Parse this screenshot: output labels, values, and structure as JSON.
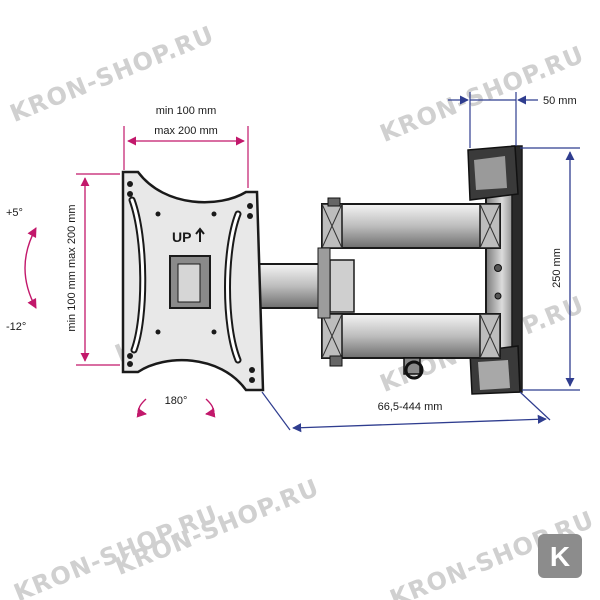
{
  "watermark": {
    "text": "KRON-SHOP.RU",
    "logo_letter": "K"
  },
  "colors": {
    "magenta": "#c2186b",
    "navy": "#2f3d8f",
    "metal_dark": "#1a1a1a",
    "metal_mid": "#9a9a9a",
    "metal_light": "#e6e6e6",
    "watermark": "#d0d0d0",
    "badge": "#8c8c8c"
  },
  "plate": {
    "up_label": "UP"
  },
  "dimensions": {
    "vesa_horizontal": {
      "min": "min 100 mm",
      "max": "max 200 mm"
    },
    "vesa_vertical": "min 100 mm max 200 mm",
    "tilt_up": "+5°",
    "tilt_down": "-12°",
    "swivel": "180°",
    "wall_depth": "50 mm",
    "wall_height": "250 mm",
    "extension": "66,5-444 mm"
  }
}
